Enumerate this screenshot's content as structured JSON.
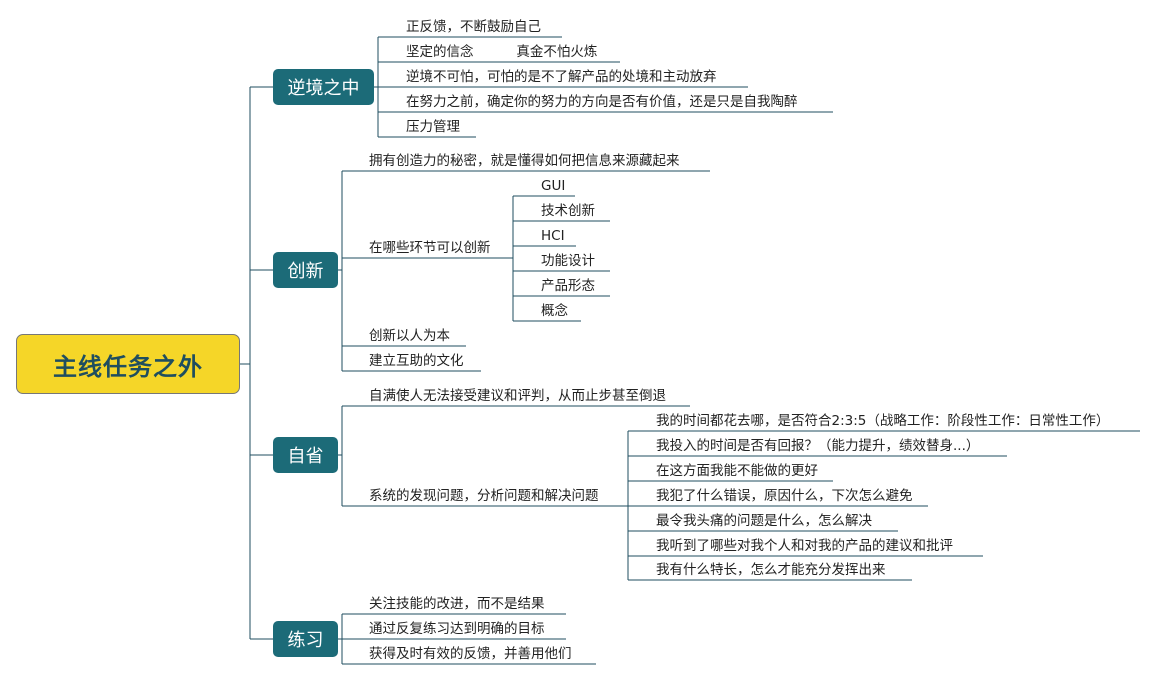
{
  "root": {
    "label": "主线任务之外"
  },
  "branches": [
    {
      "label": "逆境之中",
      "children": [
        "正反馈，不断鼓励自己",
        "坚定的信念          真金不怕火炼",
        "逆境不可怕，可怕的是不了解产品的处境和主动放弃",
        "在努力之前，确定你的努力的方向是否有价值，还是只是自我陶醉",
        "压力管理"
      ]
    },
    {
      "label": "创新",
      "children": [
        "拥有创造力的秘密，就是懂得如何把信息来源藏起来",
        "在哪些环节可以创新",
        "创新以人为本",
        "建立互助的文化"
      ],
      "sub_children": [
        "GUI",
        "技术创新",
        "HCI",
        "功能设计",
        "产品形态",
        "概念"
      ]
    },
    {
      "label": "自省",
      "children": [
        "自满使人无法接受建议和评判，从而止步甚至倒退",
        "系统的发现问题，分析问题和解决问题"
      ],
      "sub_children": [
        "我的时间都花去哪，是否符合2:3:5（战略工作：阶段性工作：日常性工作）",
        "我投入的时间是否有回报？（能力提升，绩效替身...）",
        "在这方面我能不能做的更好",
        "我犯了什么错误，原因什么，下次怎么避免",
        "最令我头痛的问题是什么，怎么解决",
        "我听到了哪些对我个人和对我的产品的建议和批评",
        "我有什么特长，怎么才能充分发挥出来"
      ]
    },
    {
      "label": "练习",
      "children": [
        "关注技能的改进，而不是结果",
        "通过反复练习达到明确的目标",
        "获得及时有效的反馈，并善用他们"
      ]
    }
  ],
  "colors": {
    "root_fill": "#f5d628",
    "branch_fill": "#1c6b78",
    "line": "#1f4e5f"
  }
}
